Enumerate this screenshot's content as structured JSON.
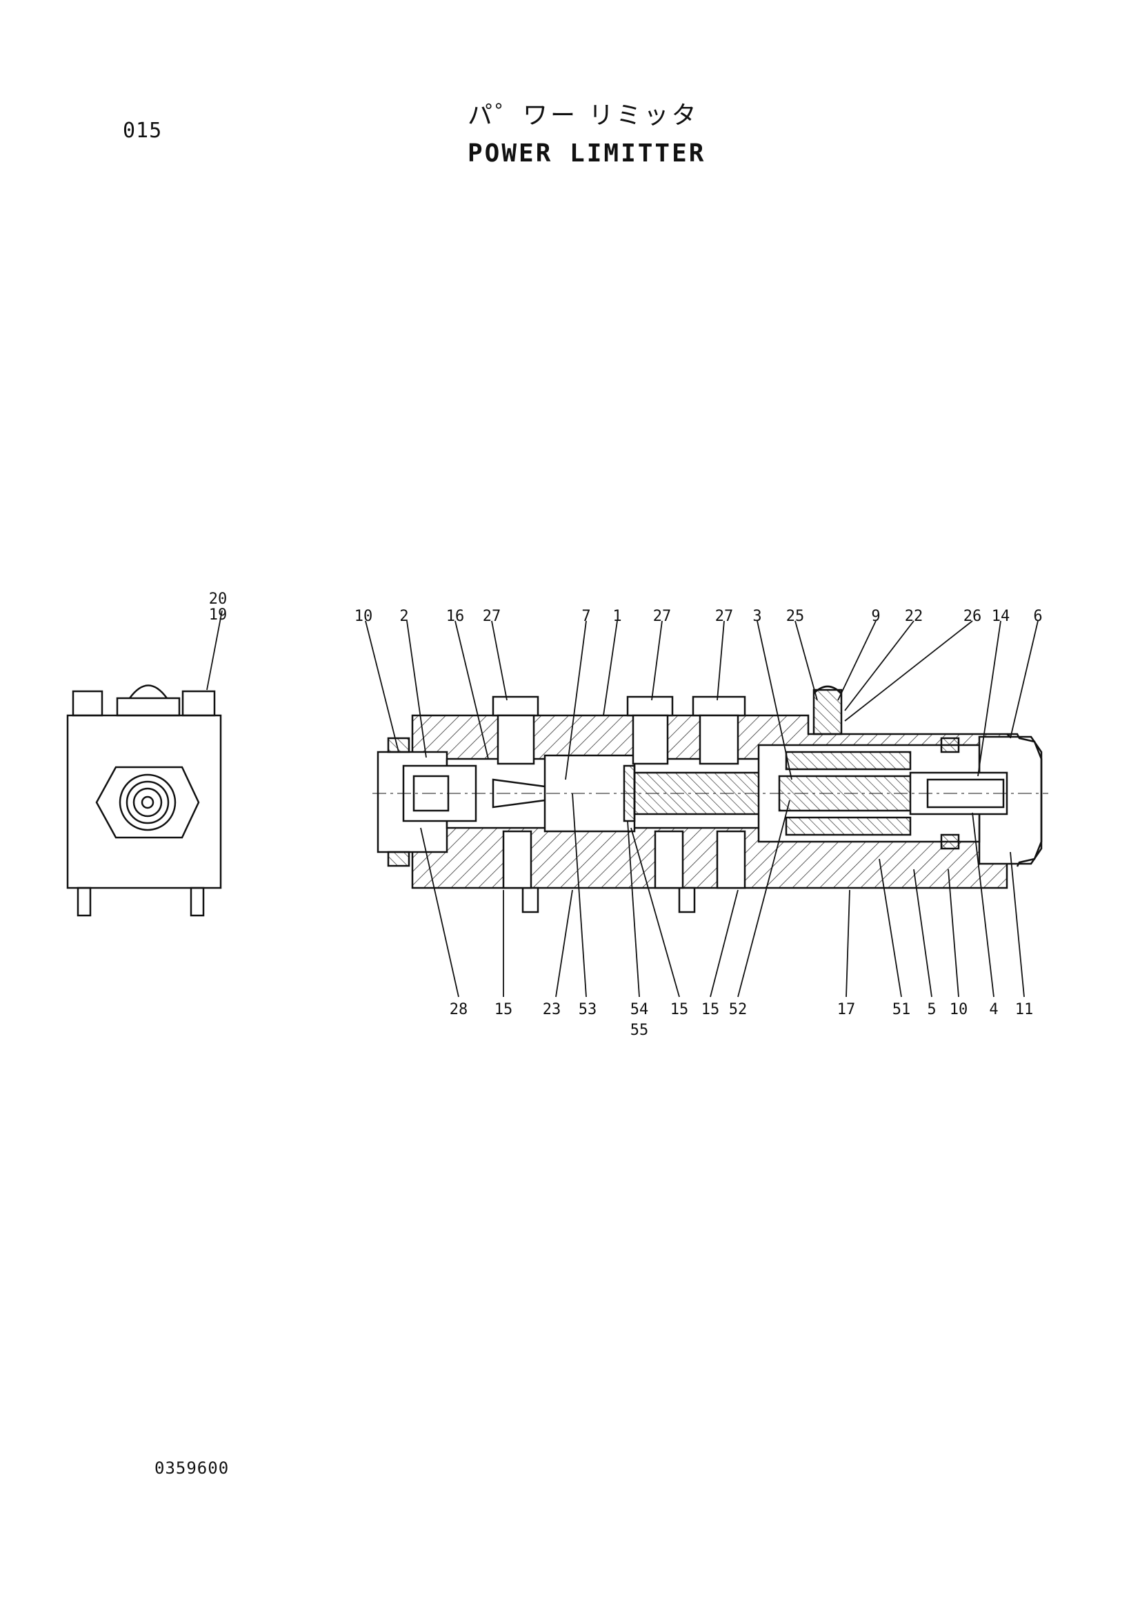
{
  "header": {
    "page_number": "015",
    "title_jp": "パ゜ワー リミッタ",
    "title_en": "POWER LIMITTER"
  },
  "footer": {
    "drawing_number": "0359600"
  },
  "diagram": {
    "side_view_labels": [
      "20",
      "19"
    ],
    "top_labels": [
      "10",
      "2",
      "16",
      "27",
      "7",
      "1",
      "27",
      "27",
      "3",
      "25",
      "9",
      "22",
      "26",
      "14",
      "6"
    ],
    "bottom_labels": [
      "28",
      "15",
      "23",
      "53",
      "54",
      "55",
      "15",
      "15",
      "52",
      "17",
      "51",
      "5",
      "10",
      "4",
      "11"
    ]
  }
}
